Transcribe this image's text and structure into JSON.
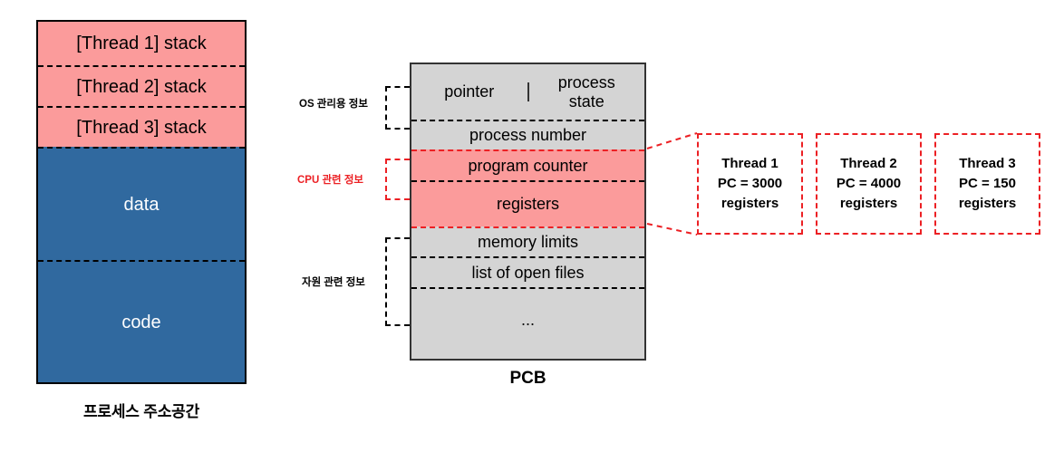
{
  "diagram": {
    "title": "Process address space and PCB with threads",
    "colors": {
      "stack_pink": "#fb9b9b",
      "segment_blue": "#30699f",
      "pcb_grey": "#d4d4d4",
      "accent_red": "#ec2024",
      "outline_black": "#000000"
    }
  },
  "address_space": {
    "caption": "프로세스 주소공간",
    "segments": [
      {
        "label": "[Thread 1] stack",
        "kind": "stack"
      },
      {
        "label": "[Thread 2] stack",
        "kind": "stack"
      },
      {
        "label": "[Thread 3] stack",
        "kind": "stack"
      },
      {
        "label": "data",
        "kind": "data"
      },
      {
        "label": "code",
        "kind": "code"
      }
    ]
  },
  "pcb": {
    "caption": "PCB",
    "top_row": {
      "left": "pointer",
      "right": "process\nstate"
    },
    "rows": [
      {
        "label": "process number",
        "kind": "grey"
      },
      {
        "label": "program counter",
        "kind": "red"
      },
      {
        "label": "registers",
        "kind": "red"
      },
      {
        "label": "memory limits",
        "kind": "grey"
      },
      {
        "label": "list of open files",
        "kind": "grey"
      },
      {
        "label": "...",
        "kind": "grey"
      }
    ],
    "group_labels": [
      {
        "text": "OS 관리용 정보",
        "color": "black"
      },
      {
        "text": "CPU 관련 정보",
        "color": "red"
      },
      {
        "text": "자원 관련 정보",
        "color": "black"
      }
    ]
  },
  "threads": [
    {
      "name": "Thread 1",
      "pc": "PC = 3000",
      "registers": "registers"
    },
    {
      "name": "Thread 2",
      "pc": "PC = 4000",
      "registers": "registers"
    },
    {
      "name": "Thread 3",
      "pc": "PC = 150",
      "registers": "registers"
    }
  ]
}
